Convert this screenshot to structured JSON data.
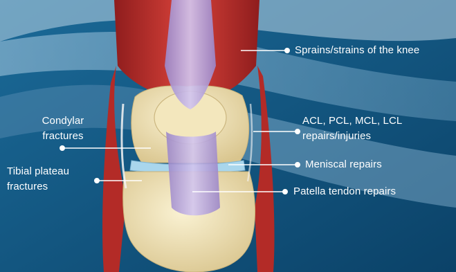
{
  "labels": {
    "sprains": "Sprains/strains of the knee",
    "ligament": "ACL, PCL, MCL, LCL\nrepairs/injuries",
    "meniscal": "Meniscal repairs",
    "patella": "Patella tendon repairs",
    "condylar": "Condylar\nfractures",
    "tibial": "Tibial plateau\nfractures"
  },
  "colors": {
    "background": "#0f4f7a",
    "leader_line": "#ffffff",
    "muscle": "#c9302c",
    "bone": "#efe3b8",
    "tendon": "#b9a6dc",
    "meniscus": "#a9d6ec"
  }
}
